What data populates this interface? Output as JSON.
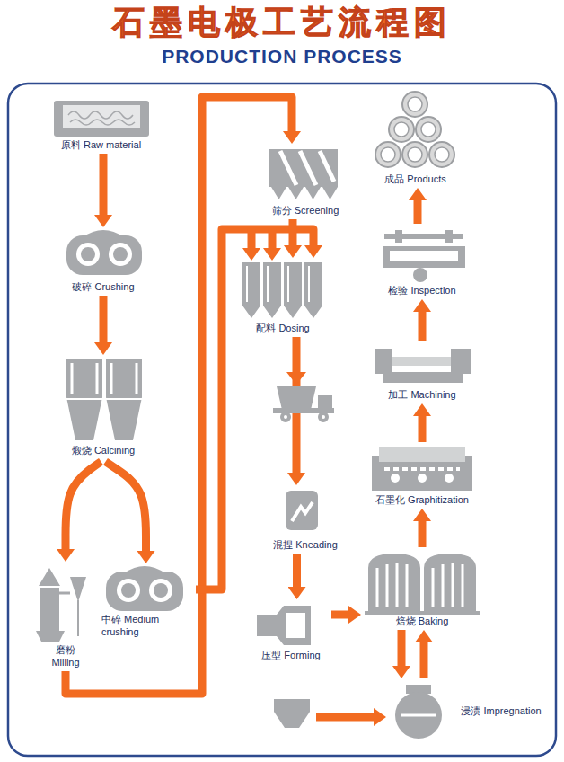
{
  "diagram": {
    "title": "石墨电极工艺流程图",
    "nodes": [
      {
        "text": [
          "原料 Raw material"
        ]
      },
      {
        "text": [
          "破碎 Crushing"
        ]
      },
      {
        "text": [
          "煅烧 Calcining"
        ]
      },
      {
        "text": [
          "磨粉 Milling"
        ]
      },
      {
        "text": [
          "中碎 Medium crushing"
        ]
      },
      {
        "text": [
          "筛分 Screening"
        ]
      },
      {
        "text": [
          "配料 Dosing"
        ]
      },
      {
        "text": [
          "混捏 Kneading"
        ]
      },
      {
        "text": [
          "压型 Forming"
        ]
      },
      {
        "text": [
          "焙烧 Baking"
        ]
      },
      {
        "text": [
          "浸渍 Impregnation"
        ]
      },
      {
        "text": [
          "石墨化 Graphitization"
        ]
      },
      {
        "text": [
          "加工 Machining"
        ]
      },
      {
        "text": [
          "检验 Inspection"
        ]
      },
      {
        "text": [
          "成品 Products"
        ]
      }
    ],
    "edges": [
      {
        "from": 0,
        "to": 1,
        "arrow": "to"
      },
      {
        "from": 1,
        "to": 2,
        "arrow": "to"
      },
      {
        "from": 2,
        "to": 3,
        "arrow": "to"
      },
      {
        "from": 2,
        "to": 4,
        "arrow": "to"
      },
      {
        "from": 3,
        "to": 5,
        "arrow": "to"
      },
      {
        "from": 4,
        "to": 6,
        "arrow": "to"
      },
      {
        "from": 5,
        "to": 6,
        "arrow": "to"
      },
      {
        "from": 6,
        "to": 7,
        "arrow": "to"
      },
      {
        "from": 7,
        "to": 8,
        "arrow": "to"
      },
      {
        "from": 8,
        "to": 9,
        "arrow": "to"
      },
      {
        "from": 9,
        "to": 10,
        "arrow": "to"
      },
      {
        "from": 10,
        "to": 9,
        "arrow": "to"
      },
      {
        "from": 9,
        "to": 11,
        "arrow": "to"
      },
      {
        "from": 11,
        "to": 12,
        "arrow": "to"
      },
      {
        "from": 12,
        "to": 13,
        "arrow": "to"
      },
      {
        "from": 13,
        "to": 14,
        "arrow": "to"
      }
    ],
    "labels": [
      "PRODUCTION PROCESS"
    ]
  }
}
